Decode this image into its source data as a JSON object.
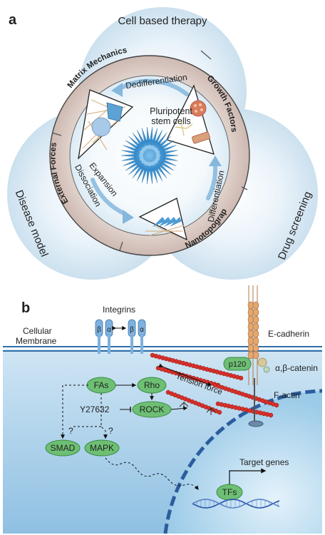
{
  "panel_a": {
    "letter": "a",
    "outer_labels": {
      "top": "Cell based therapy",
      "left": "Disease model",
      "right": "Drug screening"
    },
    "ring_labels": {
      "matrix": "Matrix Mechanics",
      "growth": "Growth Factors",
      "external": "External Forces",
      "nano": "Nanotopography"
    },
    "center": {
      "line1": "Pluripotent",
      "line2": "stem cells"
    },
    "arrows": {
      "dedifferentiation": "Dedifferentiation",
      "differentiation": "Differentiation",
      "expansion": "Expansion",
      "dissociation": "Dissociation"
    }
  },
  "panel_b": {
    "letter": "b",
    "membrane_line1": "Cellular",
    "membrane_line2": "Membrane",
    "integrins": "Integrins",
    "beta": "β",
    "alpha": "α",
    "e_cadherin": "E-cadherin",
    "p120": "p120",
    "catenin": "α,β-catenin",
    "f_actin": "F-actin",
    "tension": "Tension force",
    "nodes": {
      "fas": "FAs",
      "rho": "Rho",
      "rock": "ROCK",
      "smad": "SMAD",
      "mapk": "MAPK",
      "tfs": "TFs"
    },
    "inhibitor": "Y27632",
    "question": "?",
    "target_genes": "Target genes"
  }
}
